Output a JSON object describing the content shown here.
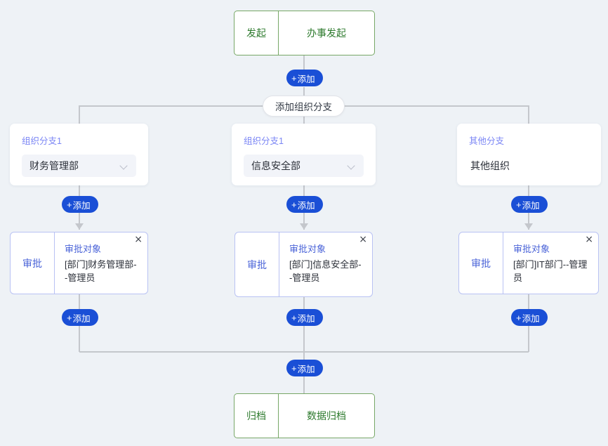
{
  "flow": {
    "start_node": {
      "type_label": "发起",
      "name_label": "办事发起"
    },
    "branch_button": {
      "label": "添加组织分支"
    },
    "add_label": "添加",
    "add_plus": "+",
    "close_icon": "×",
    "branches": [
      {
        "title": "组织分支1",
        "kind": "select",
        "value": "财务管理部",
        "approval": {
          "type_label": "审批",
          "title": "审批对象",
          "body": "[部门]财务管理部--管理员"
        }
      },
      {
        "title": "组织分支1",
        "kind": "select",
        "value": "信息安全部",
        "approval": {
          "type_label": "审批",
          "title": "审批对象",
          "body": "[部门]信息安全部--管理员"
        }
      },
      {
        "title": "其他分支",
        "kind": "text",
        "value": "其他组织",
        "approval": {
          "type_label": "审批",
          "title": "审批对象",
          "body": "[部门]IT部门--管理员"
        }
      }
    ],
    "end_node": {
      "type_label": "归档",
      "name_label": "数据归档"
    },
    "colors": {
      "background": "#eef2f6",
      "line": "#c4c7cc",
      "add_button": "#1a4fd6",
      "terminal_green": "#2d7a2d",
      "terminal_border": "#77a766",
      "approval_blue": "#4a63d8",
      "approval_border": "#b9c2f3",
      "branch_title": "#7b86f5"
    }
  }
}
